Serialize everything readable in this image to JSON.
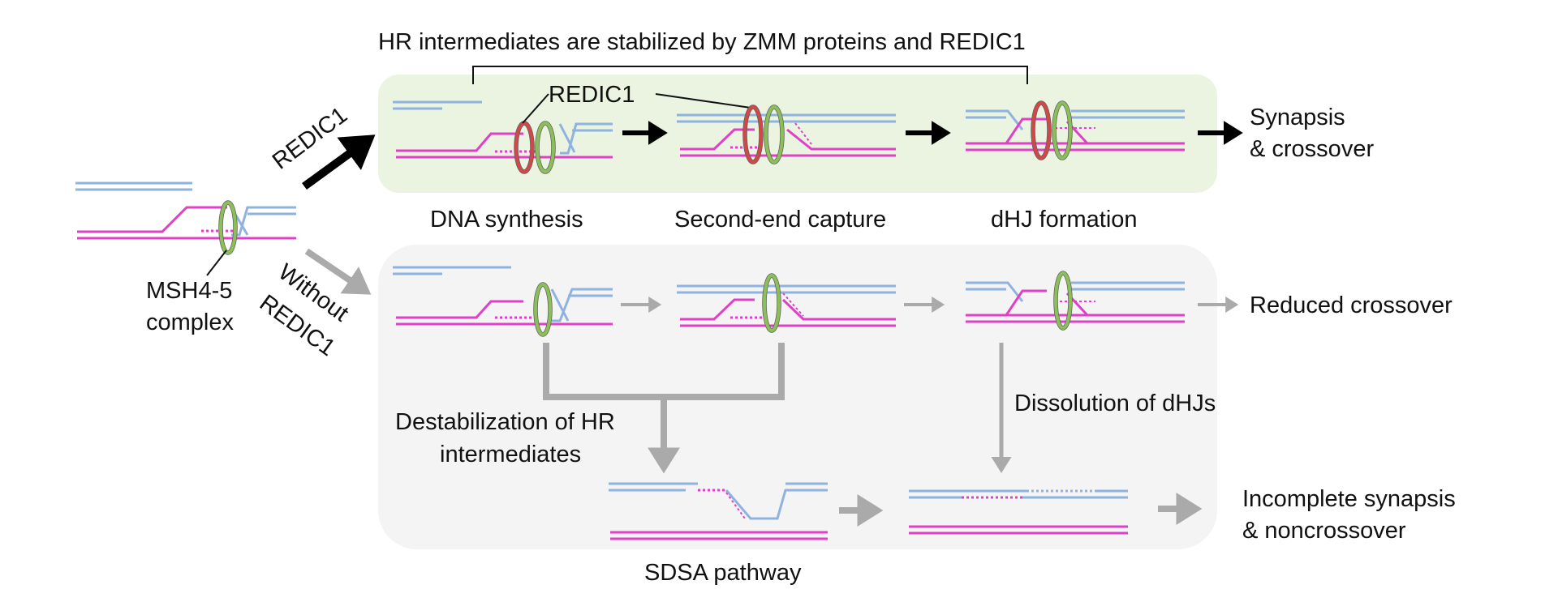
{
  "diagram": {
    "top_banner": "HR intermediates are stabilized by ZMM proteins and REDIC1",
    "redic1_callout": "REDIC1",
    "msh45_line1": "MSH4-5",
    "msh45_line2": "complex",
    "branch_with": "REDIC1",
    "branch_without_line1": "Without",
    "branch_without_line2": "REDIC1",
    "step_labels": [
      "DNA synthesis",
      "Second-end capture",
      "dHJ formation"
    ],
    "outcome_top_line1": "Synapsis",
    "outcome_top_line2": "& crossover",
    "outcome_mid": "Reduced crossover",
    "destab_line1": "Destabilization of HR",
    "destab_line2": "intermediates",
    "dissolution": "Dissolution of dHJs",
    "sdsa": "SDSA pathway",
    "outcome_bottom_line1": "Incomplete synapsis",
    "outcome_bottom_line2": "& noncrossover"
  },
  "colors": {
    "magenta_strand": "#e040c8",
    "blue_strand": "#8fb3e0",
    "green_panel": "#eaf4e0",
    "gray_panel": "#f4f4f4",
    "red_ring": "#d04848",
    "green_ring": "#8cbf5a",
    "black_arrow": "#000000",
    "gray_arrow": "#aaaaaa"
  }
}
